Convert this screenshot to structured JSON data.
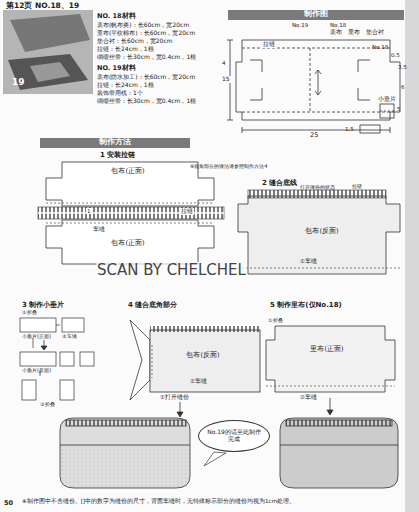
{
  "diagram": {
    "title": "第12页 NO.18、19",
    "caption": "※制作图中不含缝份。[]中的数字为缝份的尺寸，背面车缝时，无特殊标示部分的缝份均视为1cm处理。",
    "nodes": [
      {
        "text": [
          "制作图"
        ]
      },
      {
        "text": [
          "制作方法"
        ]
      },
      {
        "text": [
          "包布(正面)"
        ]
      },
      {
        "text": [
          "包布(正面)"
        ]
      },
      {
        "text": [
          "包布(反面)"
        ]
      },
      {
        "text": [
          "包布(反面)"
        ]
      },
      {
        "text": [
          "里布(正面)"
        ]
      },
      {
        "text": [
          "No.19的话至此制作完成"
        ]
      }
    ],
    "labels": [
      "19",
      "NO. 18材料",
      "表布(帆布类)：长60cm，宽20cm",
      "里布(平纹棉布)：长60cm，宽20cm",
      "垫合衬：长60cm，宽20cm",
      "拉链：长24cm，1根",
      "绸缎丝带：长30cm，宽0.4cm，1根",
      "NO. 19材料",
      "表布(防水加工)：长60cm，宽20cm",
      "拉链：长24cm，1根",
      "装饰带用线：1个",
      "绸缎丝带：长30cm，宽0.4cm，1根",
      "No.19",
      "No.18",
      "表布",
      "里布",
      "垫合衬",
      "拉链",
      "No.18",
      "0.5",
      "3.5",
      "6",
      "4",
      "15",
      "25",
      "小垂片",
      "1.5",
      "5",
      "1 安装拉链",
      "拉链",
      "车缝",
      "1",
      "※底角部分的缝法请参照制作方法4",
      "2 缝合底线",
      "打开缝份的状态",
      "①车缝",
      "拉链",
      "3 制作小垂片",
      "①折叠",
      "小垂片(正面)",
      "②车缝",
      "小垂片(反面)",
      "③折叠",
      "4 缝合底角部分",
      "②车缝",
      "①打开缝份",
      "5 制作里布(仅No.18)",
      "①折叠",
      "②车缝",
      "SCAN BY CHELCHEL",
      "50"
    ]
  }
}
